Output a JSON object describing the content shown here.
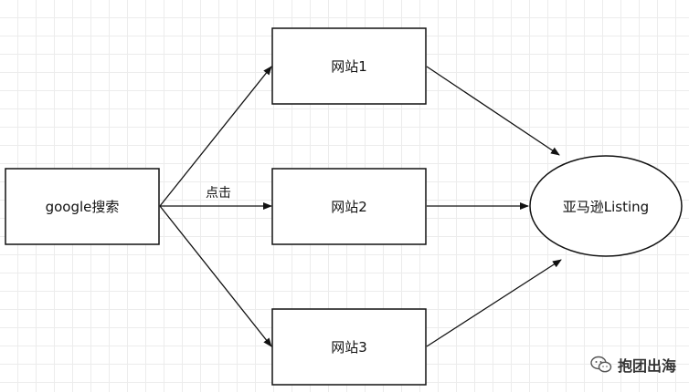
{
  "nodes": {
    "source": "google搜索",
    "site1": "网站1",
    "site2": "网站2",
    "site3": "网站3",
    "target": "亚马逊Listing"
  },
  "edge_label": "点击",
  "watermark": {
    "text": "抱团出海",
    "icon": "wechat-icon"
  },
  "colors": {
    "stroke": "#111111",
    "grid": "#ececec",
    "background": "#ffffff"
  }
}
